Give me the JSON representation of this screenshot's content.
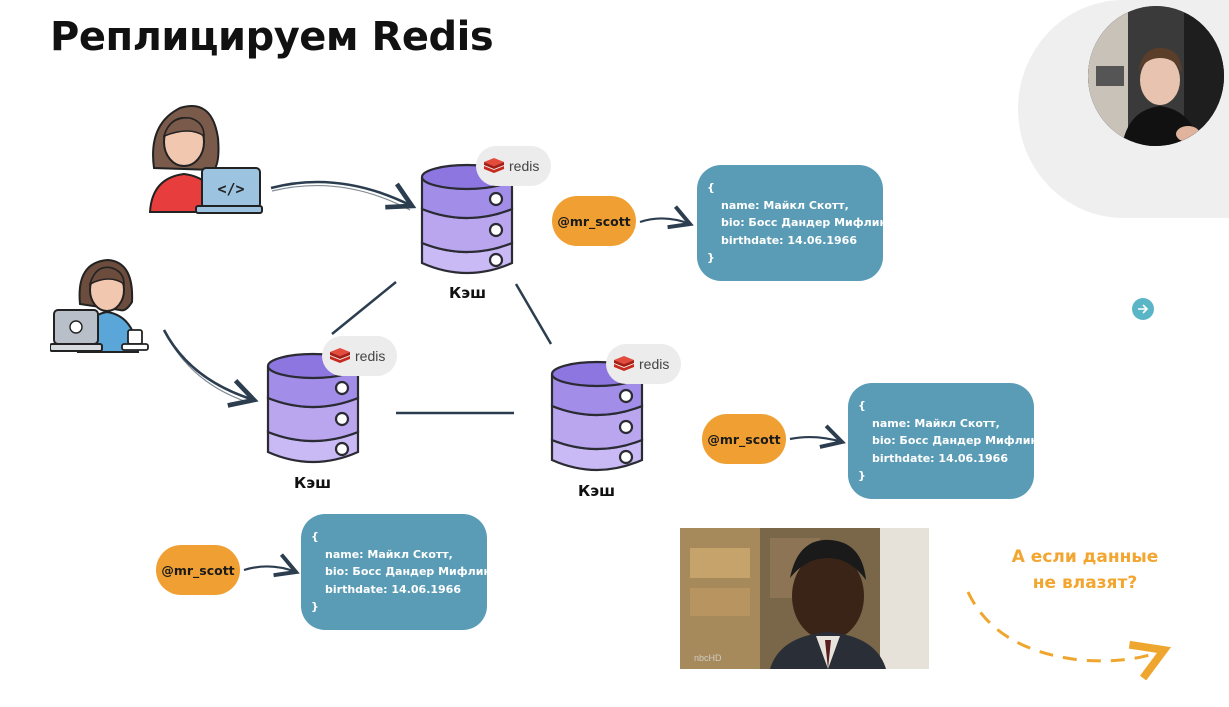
{
  "title": "Реплицируем Redis",
  "redis_badge_text": "redis",
  "cache_label": "Кэш",
  "user_handle": "@mr_scott",
  "json_record": {
    "open": "{",
    "name": "name: Майкл Скотт,",
    "bio": "bio: Босс Дандер Мифлин,",
    "birthdate": "birthdate: 14.06.1966",
    "close": "}"
  },
  "note": {
    "line1": "А если данные",
    "line2": "не влазят?"
  },
  "photo_watermark": "nbcHD",
  "colors": {
    "accent_orange": "#f0a032",
    "card_blue": "#5a9cb5",
    "db_purple": "#b9a6ef",
    "arrow_dark": "#2b3d4f",
    "redis_red": "#d82c20"
  },
  "icons": [
    "developer-with-laptop-icon",
    "user-with-laptop-icon",
    "database-icon",
    "redis-logo-icon",
    "arrow-right-icon"
  ]
}
